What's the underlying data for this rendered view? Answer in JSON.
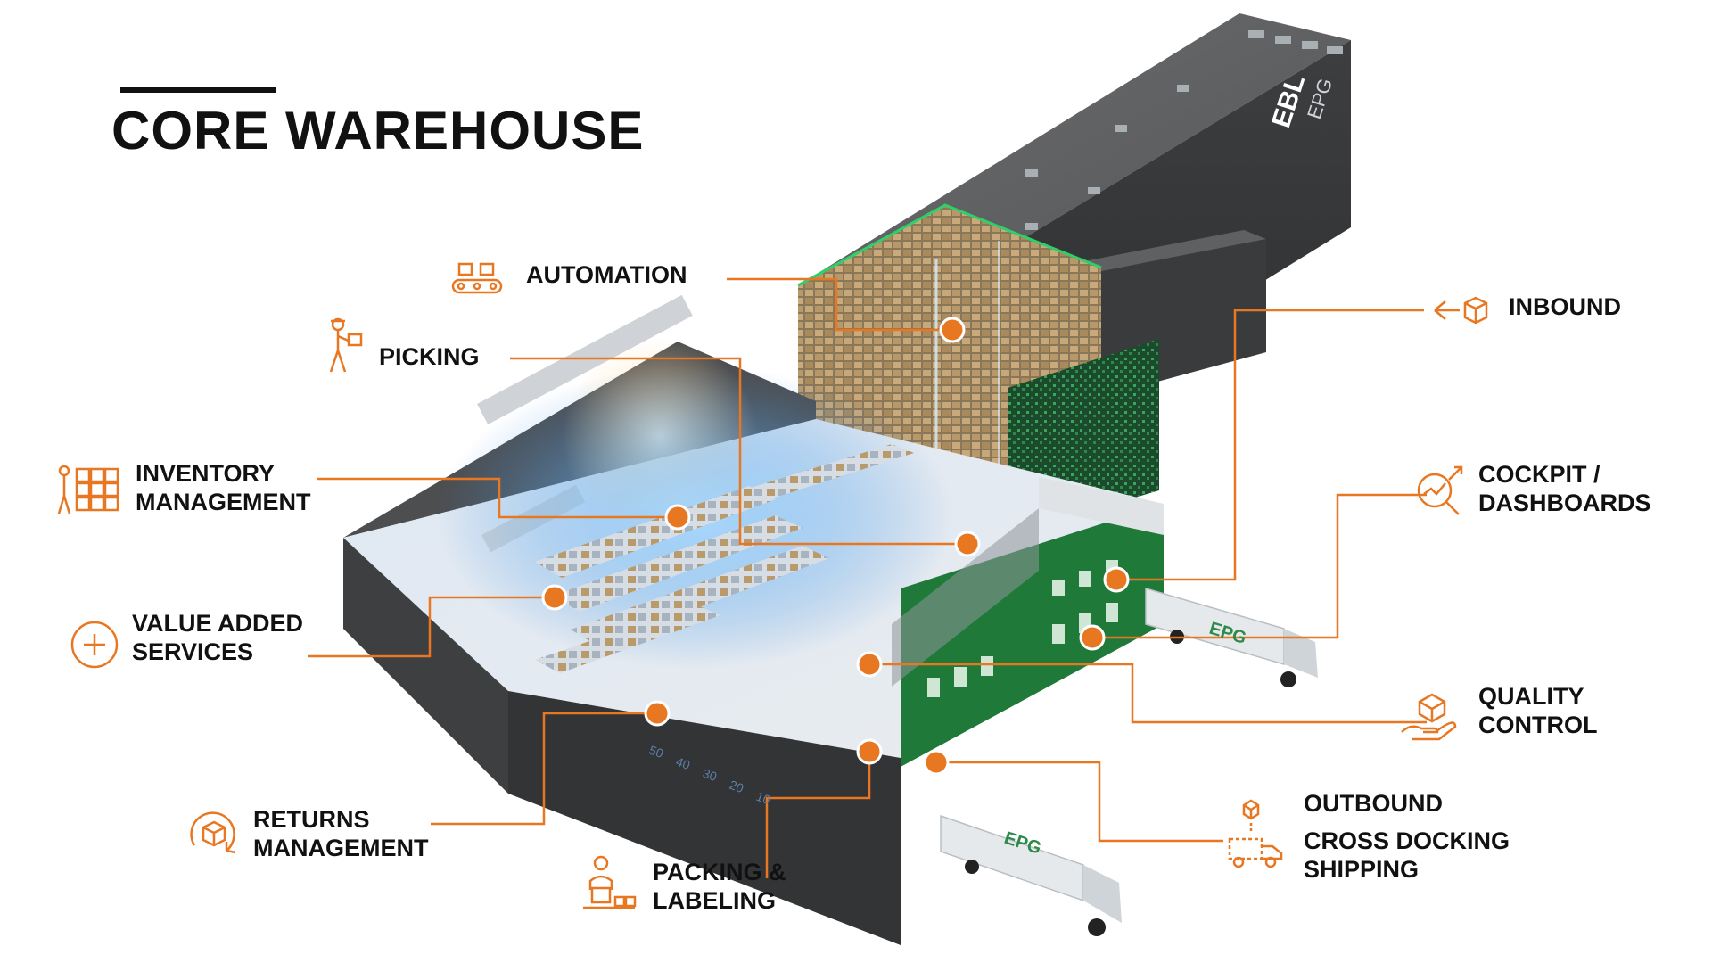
{
  "title": "CORE WAREHOUSE",
  "accent_color": "#E87722",
  "building_green": "#1F7A3A",
  "branding": {
    "logo": "EBL",
    "wordmark": "EPG",
    "truck_label": "EPG"
  },
  "floor_numbers": [
    "50",
    "40",
    "30",
    "20",
    "10"
  ],
  "callouts": {
    "automation": {
      "line1": "AUTOMATION",
      "icon": "conveyor-icon"
    },
    "picking": {
      "line1": "PICKING",
      "icon": "picker-worker-icon"
    },
    "inventory": {
      "line1": "INVENTORY",
      "line2": "MANAGEMENT",
      "icon": "shelving-worker-icon"
    },
    "vas": {
      "line1": "VALUE ADDED",
      "line2": "SERVICES",
      "icon": "plus-circle-icon"
    },
    "returns": {
      "line1": "RETURNS",
      "line2": "MANAGEMENT",
      "icon": "return-box-icon"
    },
    "packing": {
      "line1": "PACKING &",
      "line2": "LABELING",
      "icon": "packing-worker-icon"
    },
    "inbound": {
      "line1": "INBOUND",
      "icon": "inbound-arrow-box-icon"
    },
    "cockpit": {
      "line1": "COCKPIT /",
      "line2": "DASHBOARDS",
      "icon": "analytics-magnifier-icon"
    },
    "quality": {
      "line1": "QUALITY",
      "line2": "CONTROL",
      "icon": "hand-box-icon"
    },
    "outbound": {
      "line1": "OUTBOUND",
      "line2": "CROSS DOCKING",
      "line3": "SHIPPING",
      "icon": "delivery-truck-icon"
    }
  }
}
